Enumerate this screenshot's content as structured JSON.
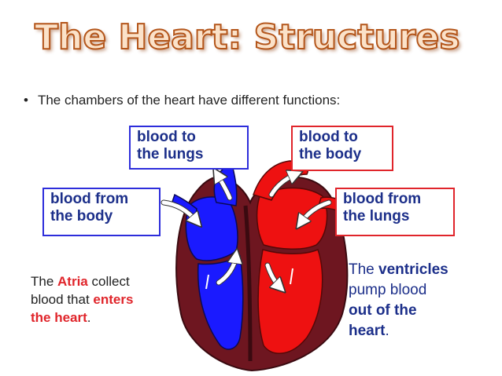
{
  "slide": {
    "title": "The Heart: Structures",
    "bullet": "The chambers of the heart have different functions:"
  },
  "labels": {
    "lungs_line1": "blood to",
    "lungs_line2": "the lungs",
    "body_line1": "blood to",
    "body_line2": "the body",
    "from_body_line1": "blood from",
    "from_body_line2": "the body",
    "from_lungs_line1": "blood from",
    "from_lungs_line2": "the lungs"
  },
  "atria_text": {
    "the": "The",
    "atria": "Atria",
    "collect": "collect",
    "blood_that": "blood that",
    "enters": "enters",
    "the_heart": "the heart",
    "period": "."
  },
  "ventricles_text": {
    "the": "The",
    "ventricles": "ventricles",
    "pump_blood": "pump blood",
    "out_of_the": "out of the",
    "heart": "heart",
    "period": "."
  },
  "colors": {
    "blue_side": "#1a1aff",
    "red_side": "#ee1111",
    "outline": "#7a1a24",
    "box_blue": "#2d2ddb",
    "box_red": "#e0252b",
    "title_fill": "#fbe2c9",
    "title_stroke": "#b4561b"
  }
}
